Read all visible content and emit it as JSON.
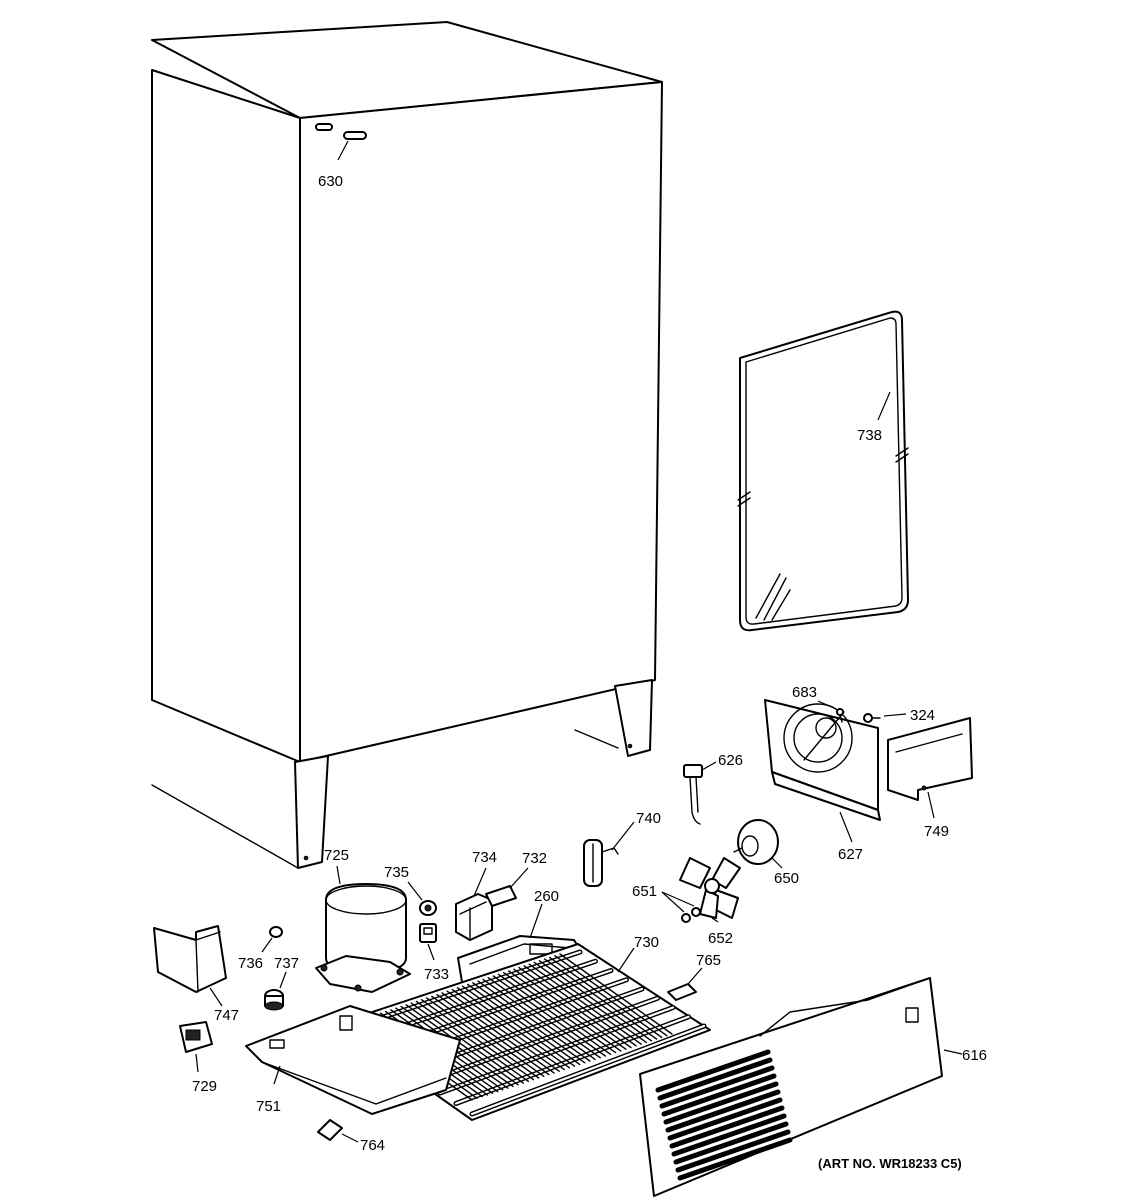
{
  "labels": {
    "p630": "630",
    "p738": "738",
    "p683": "683",
    "p324": "324",
    "p626": "626",
    "p740": "740",
    "p749": "749",
    "p627": "627",
    "p650": "650",
    "p725": "725",
    "p735": "735",
    "p734": "734",
    "p732": "732",
    "p260": "260",
    "p651": "651",
    "p652": "652",
    "p730": "730",
    "p765": "765",
    "p736": "736",
    "p737": "737",
    "p733": "733",
    "p747": "747",
    "p729": "729",
    "p751": "751",
    "p616": "616",
    "p764": "764"
  },
  "art_number": "(ART NO. WR18233 C5)"
}
